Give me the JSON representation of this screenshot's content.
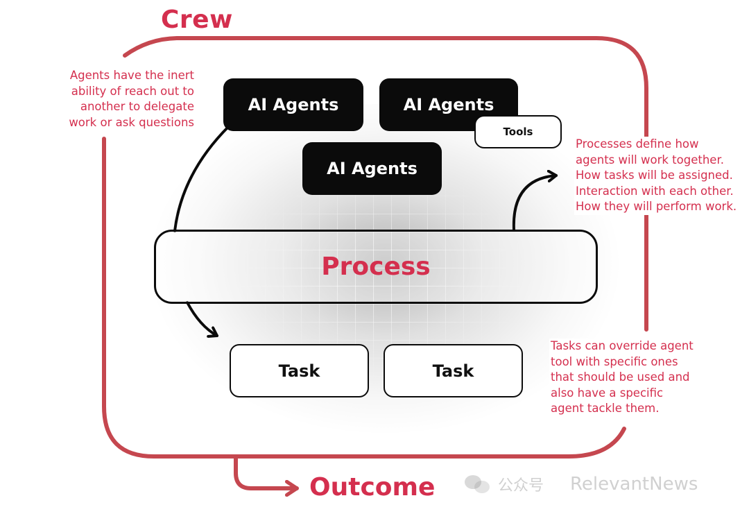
{
  "crew": {
    "title": "Crew"
  },
  "outcome": {
    "title": "Outcome"
  },
  "agents": [
    {
      "label": "AI Agents"
    },
    {
      "label": "AI Agents"
    },
    {
      "label": "AI Agents"
    }
  ],
  "tools": {
    "label": "Tools"
  },
  "process": {
    "label": "Process"
  },
  "tasks": [
    {
      "label": "Task"
    },
    {
      "label": "Task"
    }
  ],
  "notes": {
    "agents": [
      "Agents have the inert",
      "ability of reach out to",
      "another to delegate",
      "work or ask questions"
    ],
    "processes": [
      "Processes define how",
      "agents will work together.",
      "How tasks will be assigned.",
      "Interaction with each other.",
      "How they will perform work."
    ],
    "tasks": [
      "Tasks can override agent",
      "tool with specific ones",
      "that should be used and",
      "also have a specific",
      "agent tackle them."
    ]
  },
  "watermark": {
    "platform": "公众号",
    "brand": "RelevantNews"
  },
  "colors": {
    "accent": "#d42f4e",
    "frame": "#c5474f",
    "ink": "#0b0b0b"
  },
  "icons": {
    "watermark": "wechat-icon"
  }
}
